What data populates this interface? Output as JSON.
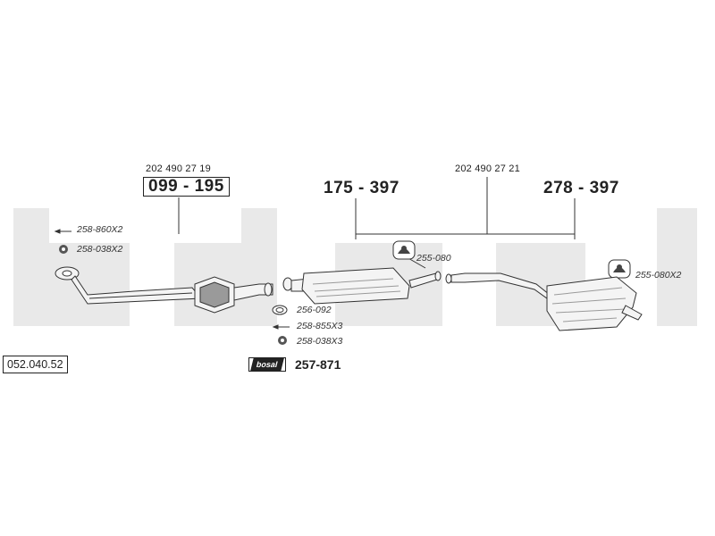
{
  "diagram": {
    "catalogue_number": "052.040.52",
    "oe_numbers": {
      "front": "202 490 27 19",
      "rear": "202 490 27 21"
    },
    "parts": {
      "front_catalyst": "099 - 195",
      "center_silencer": "175 - 397",
      "rear_silencer": "278 - 397",
      "mounting_kit": "257-871"
    },
    "accessories": {
      "front_bolt": "258-860X2",
      "front_nut": "258-038X2",
      "center_ring": "256-092",
      "center_bolt": "258-855X3",
      "center_nut": "258-038X3",
      "center_clamp": "255-080",
      "rear_clamp": "255-080X2"
    },
    "brand_tag": "bosal",
    "colors": {
      "watermark": "#e9e9e9",
      "line": "#333333",
      "pipe_fill": "#f4f4f4",
      "shade": "#9a9a9a"
    }
  }
}
